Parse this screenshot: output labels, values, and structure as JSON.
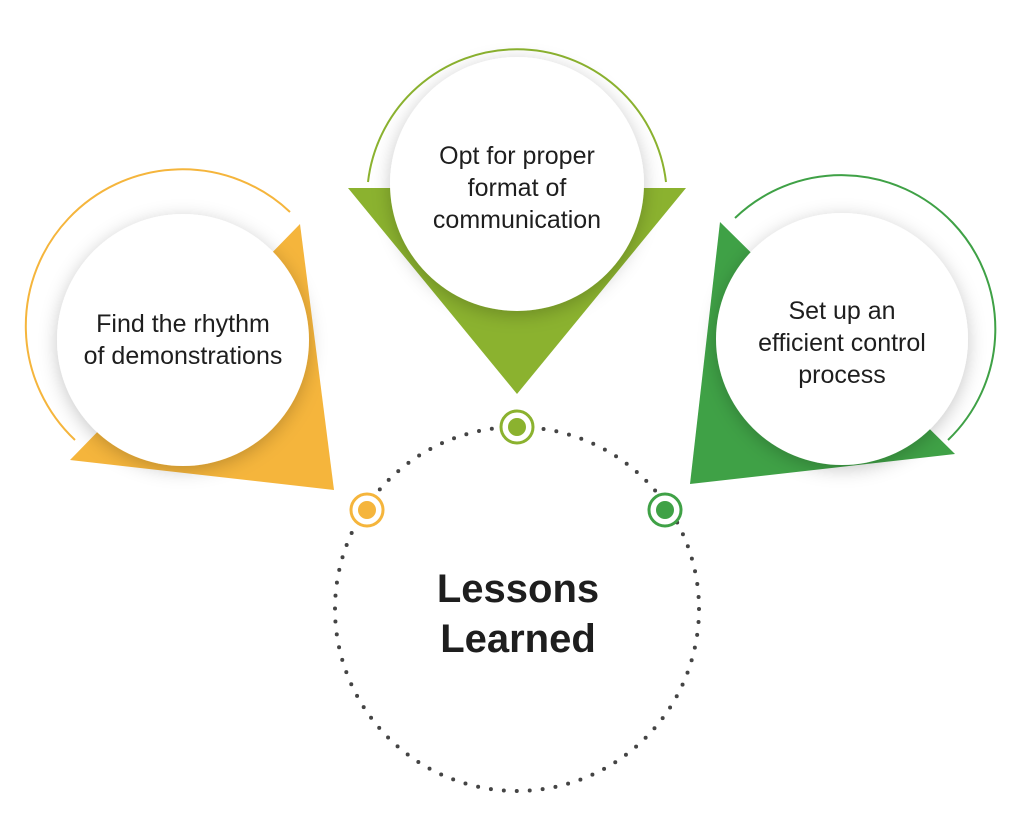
{
  "center": {
    "title": "Lessons\nLearned"
  },
  "items": [
    {
      "text": "Find the rhythm\nof demonstrations",
      "color": "#f5b53c",
      "icon": "orange-target-dot"
    },
    {
      "text": "Opt for proper\nformat of\ncommunication",
      "color": "#8bb22f",
      "icon": "lime-target-dot"
    },
    {
      "text": "Set up an\nefficient control\nprocess",
      "color": "#3fa146",
      "icon": "green-target-dot"
    }
  ]
}
